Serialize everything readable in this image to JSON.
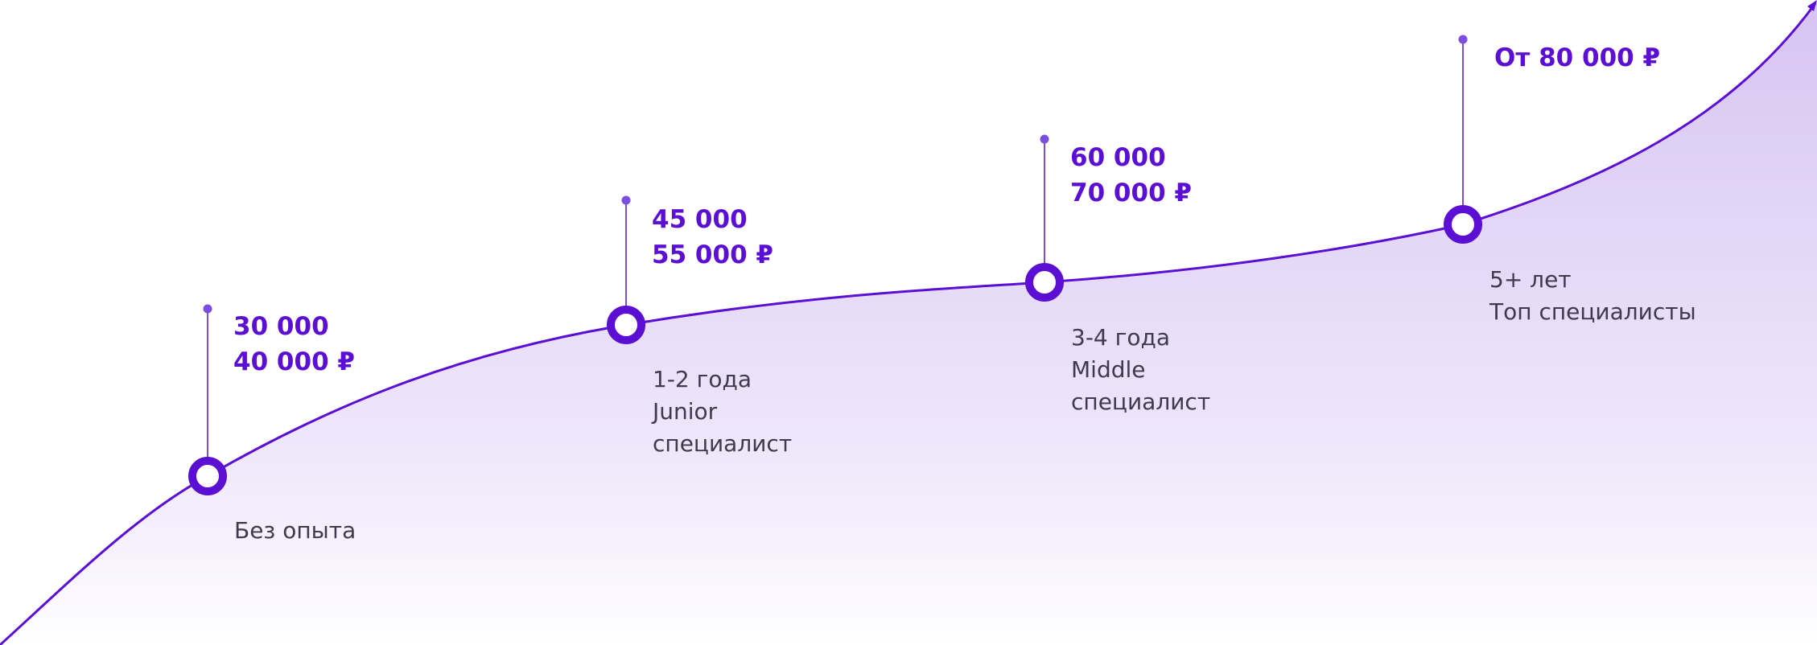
{
  "colors": {
    "accent": "#5a0fd3",
    "area_fill": "#d9c8f3",
    "stem": "#7b4de0",
    "text": "#3f3a4d"
  },
  "stages": [
    {
      "salary": [
        "30 000",
        "40 000 ₽"
      ],
      "label": [
        "Без опыта"
      ]
    },
    {
      "salary": [
        "45 000",
        "55 000 ₽"
      ],
      "label": [
        "1-2 года",
        "Junior",
        "специалист"
      ]
    },
    {
      "salary": [
        "60 000",
        "70 000 ₽"
      ],
      "label": [
        "3-4 года",
        "Middle",
        "специалист"
      ]
    },
    {
      "salary": [
        "От 80 000 ₽"
      ],
      "label": [
        "5+ лет",
        "Топ специалисты"
      ]
    }
  ]
}
